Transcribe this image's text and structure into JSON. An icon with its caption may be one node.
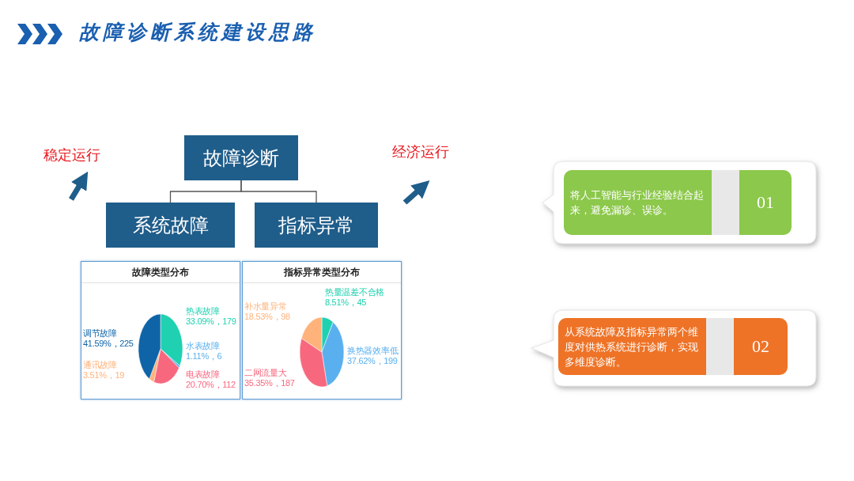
{
  "diagram": {
    "title": "故障诊断系统建设思路",
    "nodes": [
      {
        "text": [
          "故障诊断"
        ]
      },
      {
        "text": [
          "系统故障"
        ]
      },
      {
        "text": [
          "指标异常"
        ]
      },
      {
        "text": [
          "稳定运行"
        ]
      },
      {
        "text": [
          "经济运行"
        ]
      },
      {
        "text": [
          "故障类型分布",
          "热表故障 33.09%，179",
          "调节故障 41.59%，225",
          "水表故障 1.11%，6",
          "通讯故障 3.51%，19",
          "电表故障 20.70%，112"
        ]
      },
      {
        "text": [
          "指标异常类型分布",
          "热量温差不合格 8.51%，45",
          "补水量异常 18.53%，98",
          "换热器效率低 37.62%，199",
          "二网流量大 35.35%，187"
        ]
      },
      {
        "text": [
          "将人工智能与行业经验结合起来，避免漏诊、误诊。",
          "01"
        ]
      },
      {
        "text": [
          "从系统故障及指标异常两个维度对供热系统进行诊断，实现多维度诊断。",
          "02"
        ]
      }
    ],
    "edges": [
      {
        "from": 0,
        "to": 1,
        "arrow": "none"
      },
      {
        "from": 0,
        "to": 2,
        "arrow": "none"
      },
      {
        "from": null,
        "to": 3,
        "arrow": "to",
        "style": "thick"
      },
      {
        "from": null,
        "to": 4,
        "arrow": "to",
        "style": "thick"
      }
    ]
  }
}
